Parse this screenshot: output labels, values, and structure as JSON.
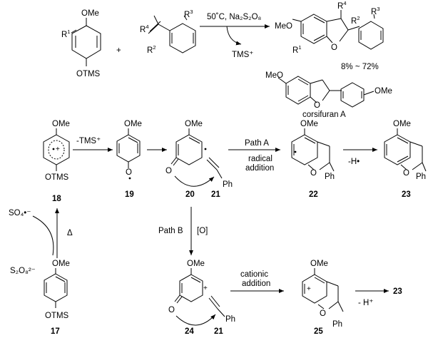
{
  "reaction": {
    "conditions": "50˚C, Na₂S₂O₈",
    "byproduct": "TMS⁺",
    "yield": "8% ~ 72%",
    "plus": "+",
    "natural_product_name": "corsifuran A"
  },
  "substituents": {
    "ome": "OMe",
    "meo": "MeO",
    "otms": "OTMS",
    "r1": "R",
    "r2": "R",
    "r3": "R",
    "r4": "R",
    "o": "O",
    "ph": "Ph"
  },
  "mechanism": {
    "step_minus_tms": "-TMS⁺",
    "path_a_label": "Path A",
    "path_a_desc_1": "radical",
    "path_a_desc_2": "addition",
    "minus_h_radical": "-H•",
    "path_b_label": "Path B",
    "path_b_oxidant": "[O]",
    "cationic_1": "cationic",
    "cationic_2": "addition",
    "minus_h_plus": "- H⁺",
    "sulfate_radical": "SO₄•⁻",
    "persulfate": "S₂O₈²⁻",
    "heat": "Δ"
  },
  "compounds": {
    "c17": "17",
    "c18": "18",
    "c19": "19",
    "c20": "20",
    "c21": "21",
    "c21b": "21",
    "c22": "22",
    "c23": "23",
    "c23b": "23",
    "c24": "24",
    "c25": "25"
  }
}
